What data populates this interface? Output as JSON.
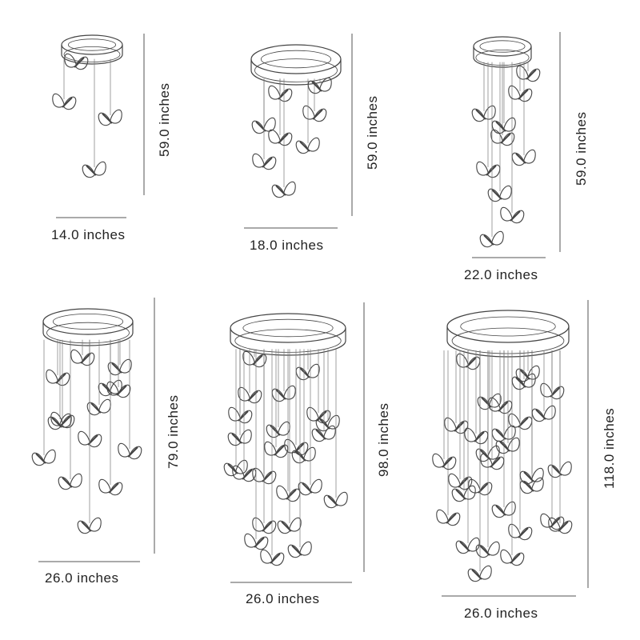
{
  "colors": {
    "line": "#444444",
    "wire": "#777777",
    "dim": "#555555",
    "background": "#ffffff"
  },
  "icons": [
    "chandelier-canopy-icon",
    "butterfly-pendant-icon"
  ],
  "variants": [
    {
      "width_label": "14.0 inches",
      "height_label": "59.0 inches",
      "butterfly_count": 4
    },
    {
      "width_label": "18.0 inches",
      "height_label": "59.0 inches",
      "butterfly_count": 8
    },
    {
      "width_label": "22.0 inches",
      "height_label": "59.0 inches",
      "butterfly_count": 10
    },
    {
      "width_label": "26.0 inches",
      "height_label": "79.0 inches",
      "butterfly_count": 18
    },
    {
      "width_label": "26.0 inches",
      "height_label": "98.0 inches",
      "butterfly_count": 24
    },
    {
      "width_label": "26.0 inches",
      "height_label": "118.0 inches",
      "butterfly_count": 30
    }
  ]
}
